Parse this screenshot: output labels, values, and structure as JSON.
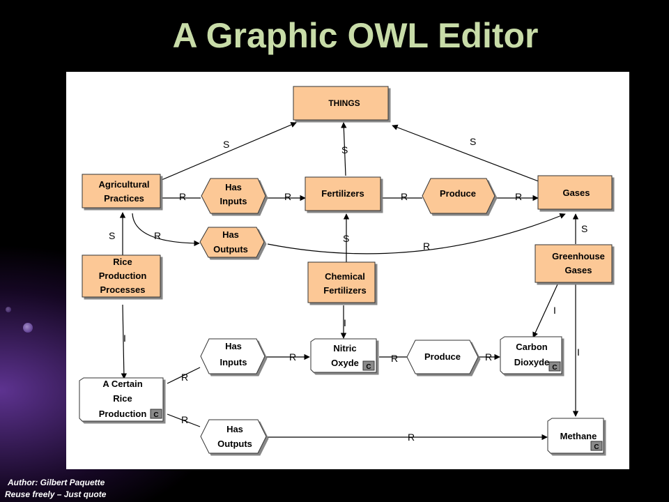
{
  "title": "A Graphic OWL Editor",
  "author": {
    "line1": "Author: Gilbert Paquette",
    "line2": "Reuse freely – Just quote"
  },
  "colors": {
    "concept_fill": "#fcc896",
    "title_color": "#c8dca8"
  },
  "nodes": {
    "things": "THINGS",
    "agricultural_practices": [
      "Agricultural",
      "Practices"
    ],
    "has_inputs_top": [
      "Has",
      "Inputs"
    ],
    "fertilizers": "Fertilizers",
    "produce_top": "Produce",
    "gases": "Gases",
    "has_outputs_top": [
      "Has",
      "Outputs"
    ],
    "rice_production_processes": [
      "Rice",
      "Production",
      "Processes"
    ],
    "chemical_fertilizers": [
      "Chemical",
      "Fertilizers"
    ],
    "greenhouse_gases": [
      "Greenhouse",
      "Gases"
    ],
    "has_inputs_bottom": [
      "Has",
      "Inputs"
    ],
    "nitric_oxyde": [
      "Nitric",
      "Oxyde"
    ],
    "produce_bottom": "Produce",
    "carbon_dioxyde": [
      "Carbon",
      "Dioxyde"
    ],
    "a_certain_rice_production": [
      "A Certain",
      "Rice",
      "Production"
    ],
    "has_outputs_bottom": [
      "Has",
      "Outputs"
    ],
    "methane": "Methane",
    "c_badge": "C"
  },
  "links": {
    "s": "S",
    "r": "R",
    "i": "I"
  }
}
